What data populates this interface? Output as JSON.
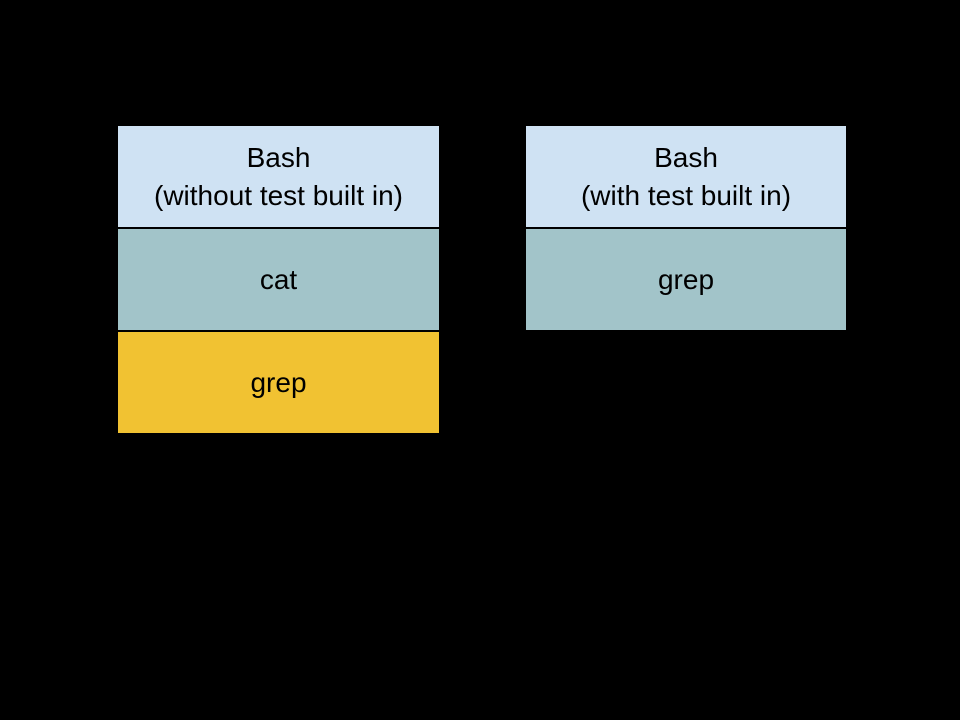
{
  "colors": {
    "background": "#000000",
    "bash_layer": "#cfe2f3",
    "builtin_layer": "#a2c4c9",
    "external_layer": "#f1c232",
    "border": "#000000",
    "text": "#000000"
  },
  "stacks": [
    {
      "name": "bash-without-test",
      "layers": [
        {
          "line1": "Bash",
          "line2": "(without test built in)",
          "color": "#cfe2f3"
        },
        {
          "label": "cat",
          "color": "#a2c4c9"
        },
        {
          "label": "grep",
          "color": "#f1c232"
        }
      ]
    },
    {
      "name": "bash-with-test",
      "layers": [
        {
          "line1": "Bash",
          "line2": "(with test built in)",
          "color": "#cfe2f3"
        },
        {
          "label": "grep",
          "color": "#a2c4c9"
        }
      ]
    }
  ]
}
